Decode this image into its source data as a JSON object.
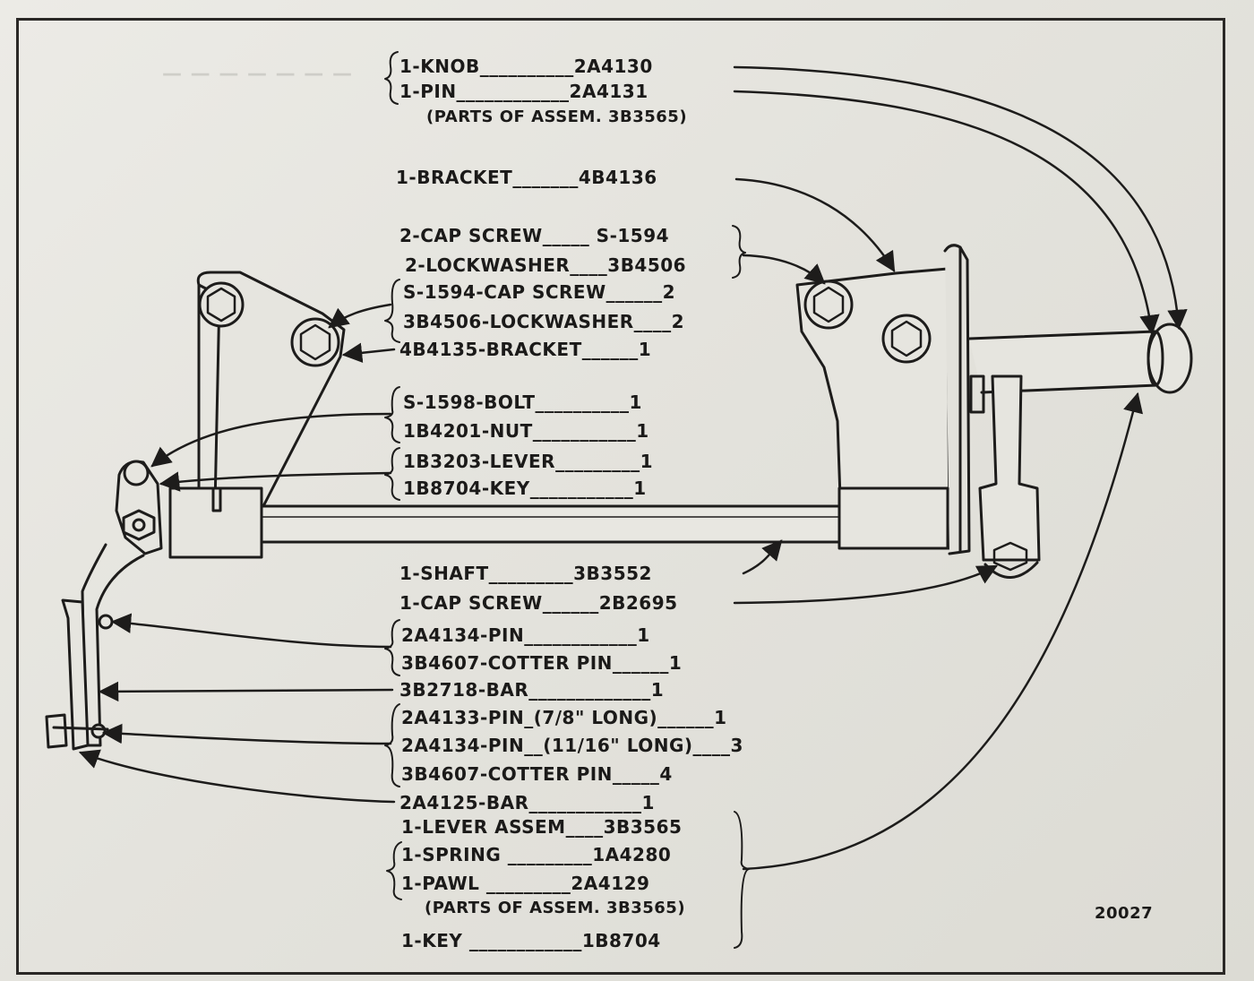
{
  "figure_number": "20027",
  "labels": {
    "knob": "1-KNOB__________2A4130",
    "pin": "1-PIN____________2A4131",
    "parts_of_assem_1": "(PARTS OF ASSEM. 3B3565)",
    "bracket_4b4136": "1-BRACKET_______4B4136",
    "cap_screw_s1594": "2-CAP SCREW_____ S-1594",
    "lockwasher_3b4506": "2-LOCKWASHER____3B4506",
    "s1594_cap_screw": "S-1594-CAP SCREW______2",
    "lockwasher_qty2": "3B4506-LOCKWASHER____2",
    "bracket_4b4135": "4B4135-BRACKET______1",
    "bolt": "S-1598-BOLT__________1",
    "nut": "1B4201-NUT___________1",
    "lever": "1B3203-LEVER_________1",
    "key_1b8704": "1B8704-KEY___________1",
    "shaft": "1-SHAFT_________3B3552",
    "cap_screw_2b2695": "1-CAP SCREW______2B2695",
    "pin_2a4134": "2A4134-PIN____________1",
    "cotter_pin_1": "3B4607-COTTER PIN______1",
    "bar_3b2718": "3B2718-BAR_____________1",
    "pin_2a4133": "2A4133-PIN_(7/8\" LONG)______1",
    "pin_2a4134_long": "2A4134-PIN__(11/16\" LONG)____3",
    "cotter_pin_4": "3B4607-COTTER PIN_____4",
    "bar_2a4125": "2A4125-BAR____________1",
    "lever_assem": "1-LEVER ASSEM____3B3565",
    "spring": "1-SPRING _________1A4280",
    "pawl": "1-PAWL _________2A4129",
    "parts_of_assem_2": "(PARTS OF ASSEM. 3B3565)",
    "key_last": "1-KEY ____________1B8704"
  }
}
